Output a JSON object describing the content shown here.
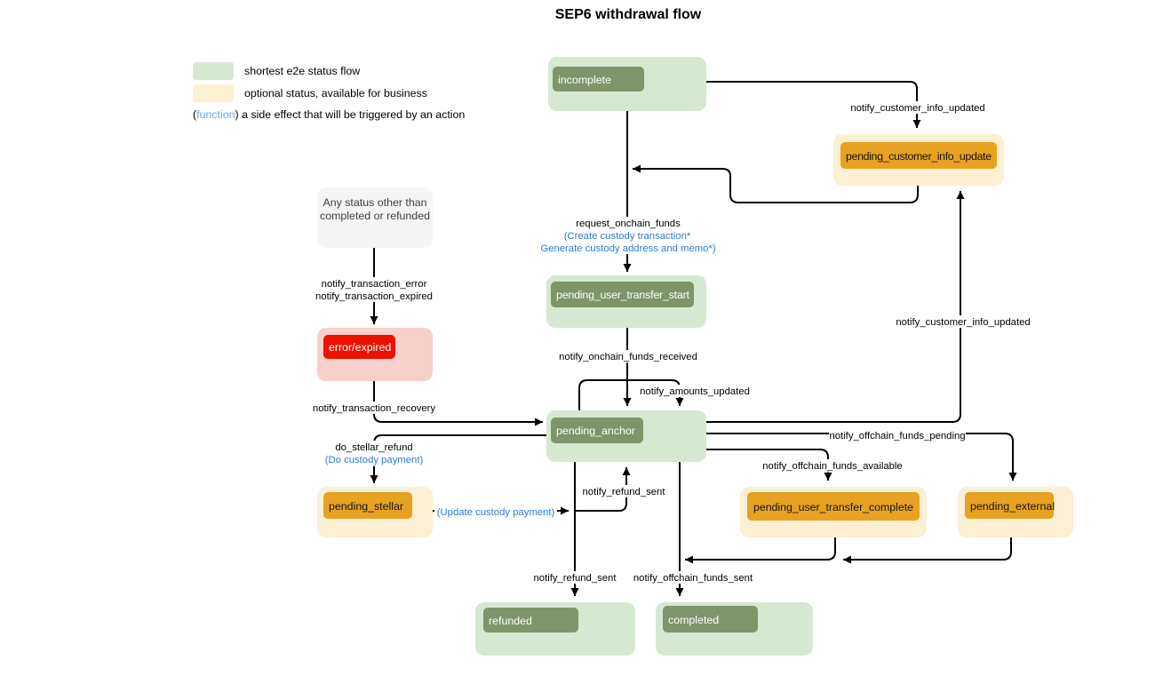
{
  "title": "SEP6 withdrawal flow",
  "legend": {
    "swatch_green_label": "shortest e2e status flow",
    "swatch_yellow_label": "optional status, available for business",
    "fn_open": "(",
    "fn_word": "function",
    "fn_rest": ") a side effect that will be triggered by an action"
  },
  "colors": {
    "green_light": "#d6e8d2",
    "green_dark": "#7e9569",
    "yellow_light": "#fcf0d4",
    "orange": "#e7a221",
    "pink": "#f7cfcb",
    "red": "#ed1100",
    "gray": "#f5f5f5",
    "anchor_border": "#82b366",
    "fn_blue": "#2b7bd4",
    "legend_blue": "#5fa8ec"
  },
  "nodes": {
    "incomplete": "incomplete",
    "pending_customer_info_update": "pending_customer_info_update",
    "any_status_line1": "Any status other than",
    "any_status_line2": "completed or refunded",
    "error_expired": "error/expired",
    "pending_user_transfer_start": "pending_user_transfer_start",
    "pending_anchor": "pending_anchor",
    "pending_stellar": "pending_stellar",
    "pending_user_transfer_complete": "pending_user_transfer_complete",
    "pending_external": "pending_external",
    "refunded": "refunded",
    "completed": "completed"
  },
  "edges": {
    "notify_customer_info_updated_top": "notify_customer_info_updated",
    "request_onchain_funds": "request_onchain_funds",
    "request_onchain_funds_fn1": "(Create custody transaction*",
    "request_onchain_funds_fn2": "Generate custody address and memo*)",
    "notify_transaction_error": "notify_transaction_error",
    "notify_transaction_expired": "notify_transaction_expired",
    "notify_onchain_funds_received": "notify_onchain_funds_received",
    "notify_amounts_updated": "notify_amounts_updated",
    "notify_transaction_recovery": "notify_transaction_recovery",
    "do_stellar_refund": "do_stellar_refund",
    "do_stellar_refund_fn": "(Do custody payment)",
    "update_custody_payment_fn": "(Update custody payment)",
    "notify_refund_sent_to_anchor": "notify_refund_sent",
    "notify_refund_sent_to_refunded": "notify_refund_sent",
    "notify_offchain_funds_pending": "notify_offchain_funds_pending",
    "notify_offchain_funds_available": "notify_offchain_funds_available",
    "notify_offchain_funds_sent": "notify_offchain_funds_sent",
    "notify_customer_info_updated_right": "notify_customer_info_updated"
  }
}
